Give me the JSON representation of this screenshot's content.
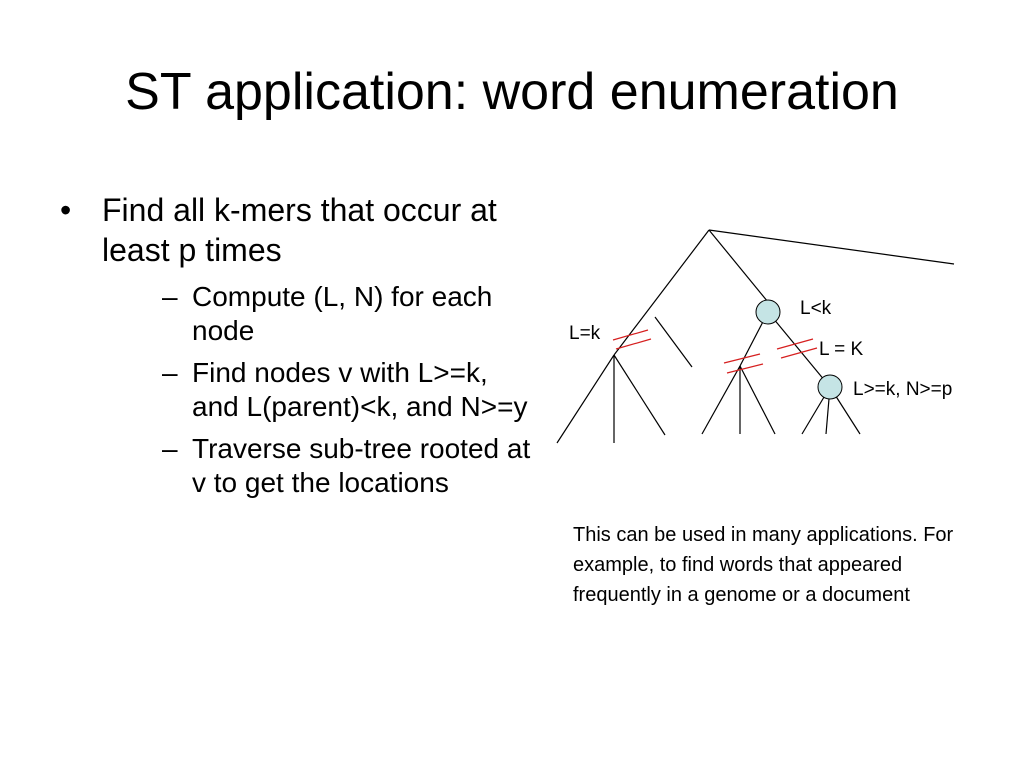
{
  "slide": {
    "title": "ST application: word enumeration",
    "bullet_marker": "•",
    "sub_marker": "–",
    "main_bullet": "Find all k-mers that occur at least p times",
    "sub_bullets": [
      "Compute (L, N) for each node",
      "Find nodes v with L>=k, and L(parent)<k, and N>=y",
      "Traverse sub-tree rooted at v to get the locations"
    ]
  },
  "diagram": {
    "labels": {
      "l_eq_k": "L=k",
      "l_lt_k": "L<k",
      "l_eq_K": "L = K",
      "l_ge_k_n_ge_p": "L>=k, N>=p"
    },
    "node_fill": "#c5e4e5",
    "cut_color": "#d62020"
  },
  "caption": "This can be used in many applications. For example, to find words that appeared frequently in a genome or a document"
}
